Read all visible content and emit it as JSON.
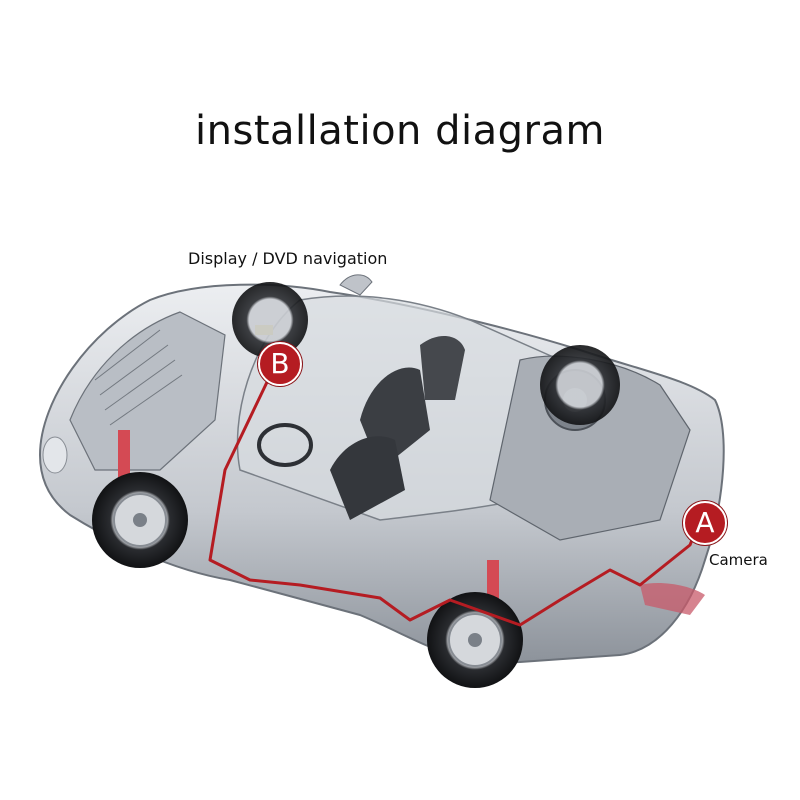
{
  "title": "installation diagram",
  "labels": {
    "display": "Display / DVD navigation",
    "camera": "Camera"
  },
  "markers": {
    "b": "B",
    "a": "A"
  },
  "colors": {
    "marker": "#b51c22",
    "cable": "#b51c22"
  }
}
